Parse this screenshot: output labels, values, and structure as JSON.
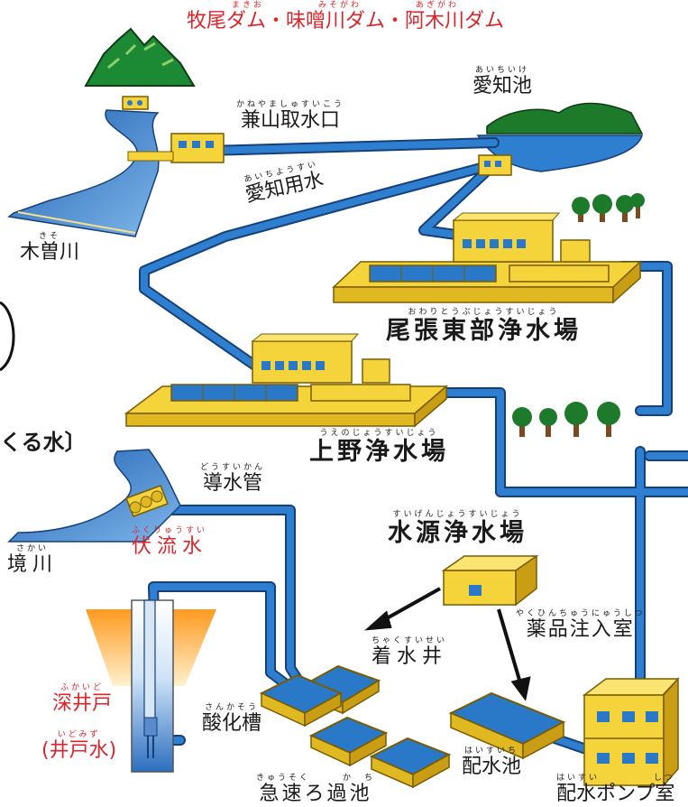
{
  "labels": {
    "dams": {
      "ruby": "まきお　　　　　みそがわ　　　　　あぎがわ",
      "text": "牧尾ダム・味噌川ダム・阿木川ダム"
    },
    "intake": {
      "ruby": "かねやましゅすいこう",
      "text": "兼山取水口"
    },
    "aichi_pond": {
      "ruby": "あいちいけ",
      "text": "愛知池"
    },
    "aichi_canal": {
      "ruby": "あいちようすい",
      "text": "愛知用水"
    },
    "kiso_river": {
      "ruby": "きそ",
      "text": "木曽川"
    },
    "owari_plant": {
      "ruby": "おわりとうぶじょうすいじょう",
      "text": "尾張東部浄水場"
    },
    "ueno_plant": {
      "ruby": "うえのじょうすいじょう",
      "text": "上野浄水場"
    },
    "water_heading": {
      "text": "くる水〕"
    },
    "conduit": {
      "ruby": "どうすいかん",
      "text": "導水管"
    },
    "subsurface": {
      "ruby": "ふくりゅうすい",
      "text": "伏流水"
    },
    "sakai_river": {
      "ruby": "さかい",
      "text": "境川"
    },
    "source_plant": {
      "ruby": "すいげんじょうすいじょう",
      "text": "水源浄水場"
    },
    "chemical_room": {
      "ruby": "やくひんちゅうにゅうしつ",
      "text": "薬品注入室"
    },
    "receiving_well": {
      "ruby": "ちゃくすいせい",
      "text": "着水井"
    },
    "deep_well": {
      "ruby": "ふかいど",
      "text": "深井戸"
    },
    "well_water": {
      "ruby": "いどみず",
      "text": "(井戸水)"
    },
    "oxidation_tank": {
      "ruby": "さんかそう",
      "text": "酸化槽"
    },
    "rapid_filter": {
      "ruby": "きゅうそく　　　か　ち",
      "text": "急速ろ過池"
    },
    "distribution_reservoir": {
      "ruby": "はいすいち",
      "text": "配水池"
    },
    "pump_room": {
      "ruby": "はいすい　　　　　しつ",
      "text": "配水ポンプ室"
    }
  },
  "colors": {
    "water": "#2f7fd0",
    "water_edge": "#15407a",
    "building": "#f4d43a",
    "building_edge": "#7a5c00",
    "window": "#2a78c8",
    "tree": "#1c7a2a",
    "trunk": "#7a4a20",
    "red_label": "#d9262c"
  }
}
